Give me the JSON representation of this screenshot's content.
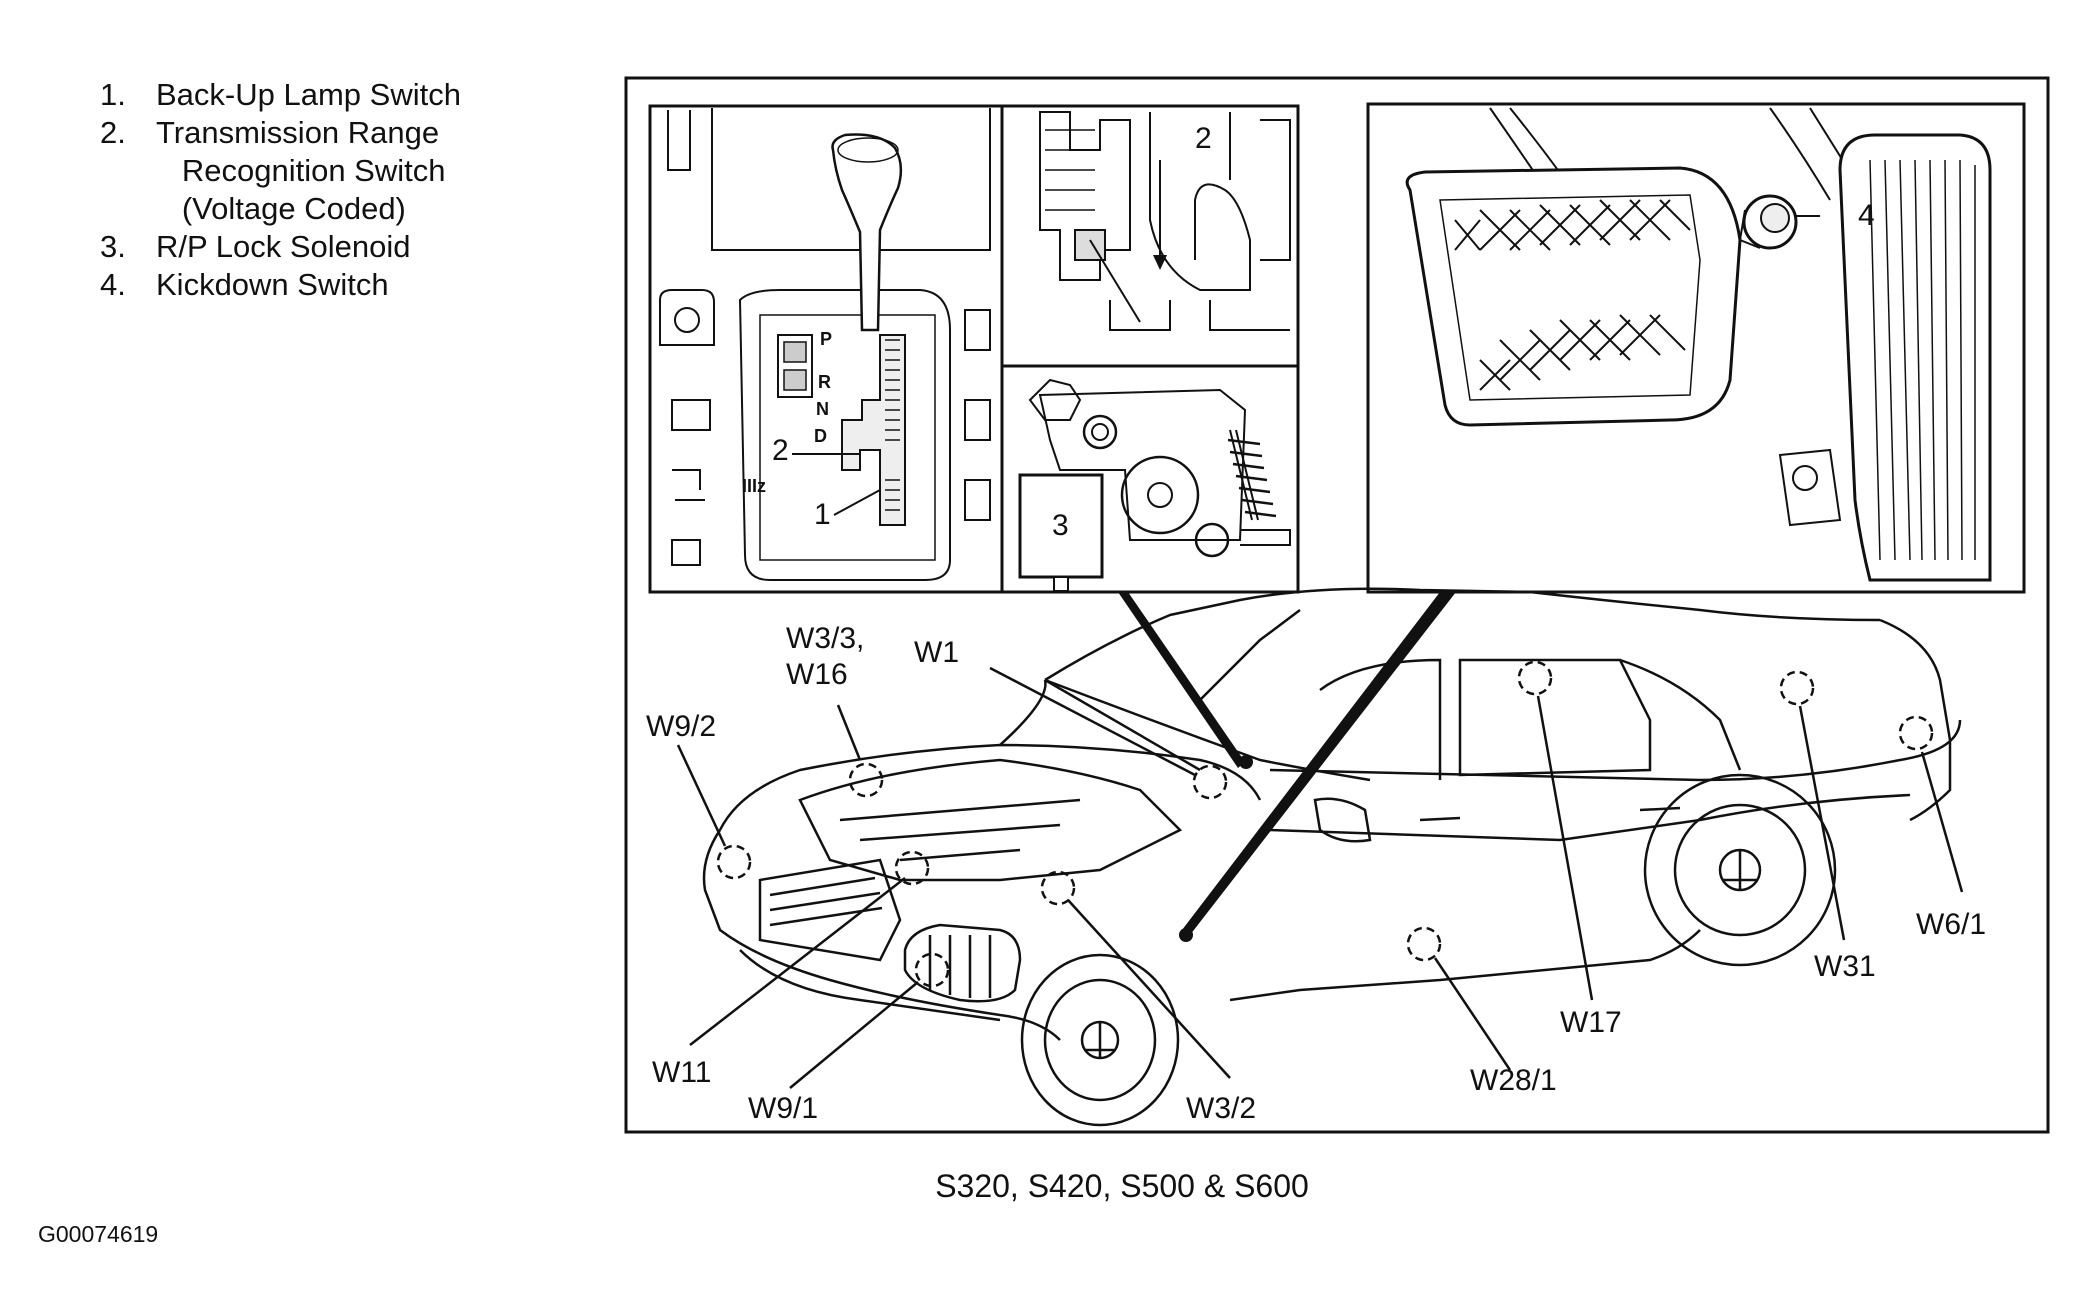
{
  "legend": [
    {
      "num": "1.",
      "text": "Back-Up Lamp Switch"
    },
    {
      "num": "2.",
      "text": "Transmission Range\n   Recognition Switch\n   (Voltage Coded)"
    },
    {
      "num": "3.",
      "text": "R/P Lock Solenoid"
    },
    {
      "num": "4.",
      "text": "Kickdown Switch"
    }
  ],
  "callouts": {
    "shifter_1": "1",
    "shifter_2": "2",
    "switch_2": "2",
    "solenoid_3": "3",
    "kickdown_4": "4",
    "gear_p": "P",
    "gear_r": "R",
    "gear_n": "N",
    "gear_d": "D"
  },
  "locations": {
    "w3_3": "W3/3,",
    "w16": "W16",
    "w1": "W1",
    "w9_2": "W9/2",
    "w11": "W11",
    "w9_1": "W9/1",
    "w3_2": "W3/2",
    "w28_1": "W28/1",
    "w17": "W17",
    "w31": "W31",
    "w6_1": "W6/1"
  },
  "caption": "S320, S420, S500 & S600",
  "figure_id": "G00074619"
}
